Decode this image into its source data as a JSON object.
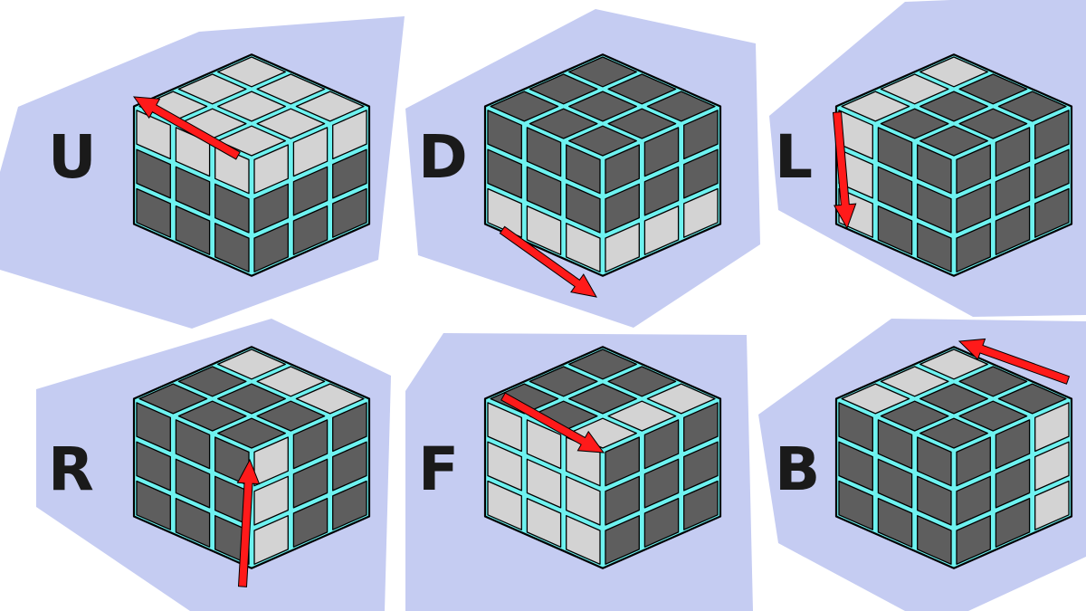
{
  "colors": {
    "background": "#ffffff",
    "panel_bg": "#c5ccf2",
    "grid_line": "#6ef2f0",
    "outline": "#000000",
    "sticker_light": "#d3d3d3",
    "sticker_dark": "#5e5e5e",
    "arrow": "#ff1a1a",
    "label": "#1a1a1a"
  },
  "moves": [
    {
      "label": "U",
      "highlighted_layer": "top",
      "arrow_icon": "rotate-left-arrow-icon"
    },
    {
      "label": "D",
      "highlighted_layer": "bottom",
      "arrow_icon": "rotate-right-arrow-icon"
    },
    {
      "label": "L",
      "highlighted_layer": "left",
      "arrow_icon": "rotate-down-arrow-icon"
    },
    {
      "label": "R",
      "highlighted_layer": "right",
      "arrow_icon": "rotate-up-arrow-icon"
    },
    {
      "label": "F",
      "highlighted_layer": "front",
      "arrow_icon": "rotate-clockwise-arrow-icon"
    },
    {
      "label": "B",
      "highlighted_layer": "back",
      "arrow_icon": "rotate-counterclockwise-arrow-icon"
    }
  ]
}
